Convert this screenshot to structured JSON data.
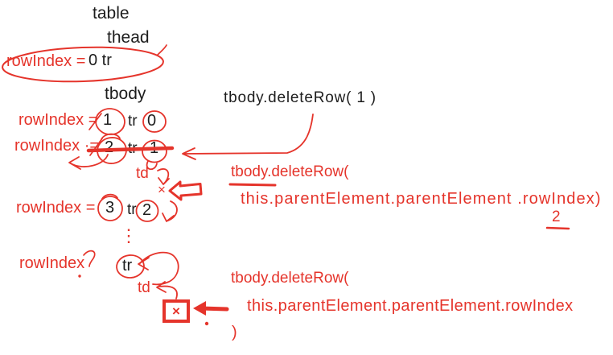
{
  "colors": {
    "annotation_red": "#e5342b",
    "ink_black": "#1d1d1d"
  },
  "tree_labels": {
    "table": "table",
    "thead": "thead",
    "tbody": "tbody"
  },
  "thead_row": {
    "rowindex_label": "rowIndex =",
    "row_text": "0 tr"
  },
  "tbody_rows": [
    {
      "rowindex_label": "rowIndex =",
      "rowindex_value": "1",
      "tag": "tr",
      "tr_number": "0"
    },
    {
      "rowindex_label": "rowIndex ·=",
      "rowindex_value": "2",
      "tag": "tr",
      "tr_number": "1"
    },
    {
      "rowindex_label": "rowIndex =",
      "rowindex_value": "3",
      "tag": "tr",
      "tr_number": "2"
    }
  ],
  "ellipsis_mark": "⋮",
  "last_row": {
    "rowindex_label": "rowIndex",
    "tag": "tr",
    "td_label": "td"
  },
  "first_delete": {
    "td_label": "td",
    "cross": "×"
  },
  "boxed_cross": "×",
  "code_snippets": {
    "black_call": "tbody.deleteRow( 1 )",
    "mid_line1": "tbody.deleteRow(",
    "mid_line2": "this.parentElement.parentElement .rowIndex)",
    "mid_result": "2",
    "bottom_line1": "tbody.deleteRow(",
    "bottom_line2": "this.parentElement.parentElement.rowIndex",
    "bottom_line3": ")"
  }
}
